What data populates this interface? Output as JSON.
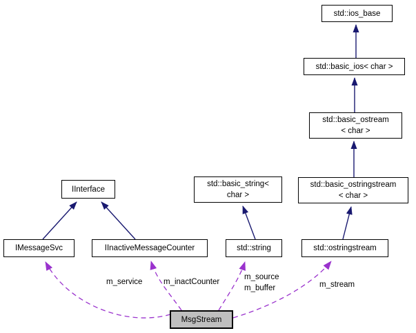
{
  "colors": {
    "inheritance_edge": "#191970",
    "usage_edge": "#9a32cd",
    "node_border": "#000000",
    "node_fill": "#ffffff",
    "focus_node_fill": "#bfbfbf"
  },
  "nodes": {
    "ios_base": {
      "line1": "std::ios_base"
    },
    "basic_ios": {
      "line1": "std::basic_ios< char >"
    },
    "basic_ostream": {
      "line1": "std::basic_ostream",
      "line2": "< char >"
    },
    "basic_ostringstream": {
      "line1": "std::basic_ostringstream",
      "line2": "< char >"
    },
    "basic_string": {
      "line1": "std::basic_string<",
      "line2": "char >"
    },
    "iinterface": {
      "line1": "IInterface"
    },
    "imessagesvc": {
      "line1": "IMessageSvc"
    },
    "iinactivemessagecounter": {
      "line1": "IInactiveMessageCounter"
    },
    "string": {
      "line1": "std::string"
    },
    "ostringstream": {
      "line1": "std::ostringstream"
    },
    "msgstream": {
      "line1": "MsgStream"
    }
  },
  "edge_labels": {
    "m_service": "m_service",
    "m_inactCounter": "m_inactCounter",
    "m_source": "m_source",
    "m_buffer": "m_buffer",
    "m_stream": "m_stream"
  }
}
